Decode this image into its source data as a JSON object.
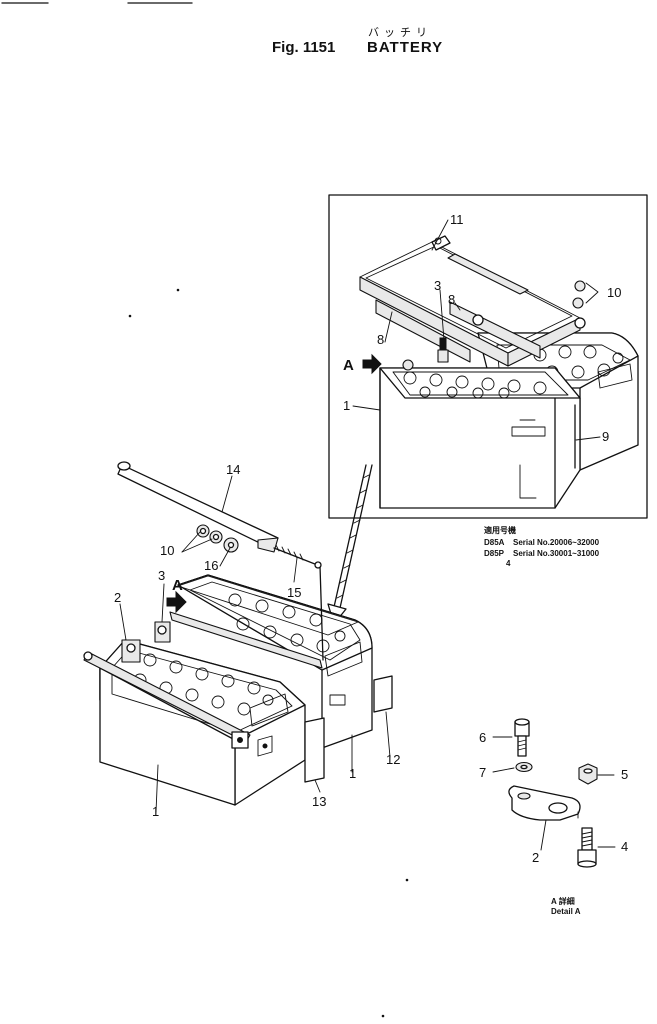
{
  "header": {
    "kana_title": "バッチリ",
    "fig_number": "Fig. 1151",
    "title": "BATTERY"
  },
  "callouts": {
    "c1a": "1",
    "c1b": "1",
    "c1c": "1",
    "c2a": "2",
    "c2b": "2",
    "c3a": "3",
    "c3b": "3",
    "c4": "4",
    "c5": "5",
    "c6": "6",
    "c7": "7",
    "c8a": "8",
    "c8b": "8",
    "c9": "9",
    "c10a": "10",
    "c10b": "10",
    "c11": "11",
    "c12": "12",
    "c13": "13",
    "c14": "14",
    "c15": "15",
    "c16": "16",
    "view_a_1": "A",
    "view_a_2": "A"
  },
  "serial_table": {
    "heading": "適用号機",
    "rows": [
      {
        "model": "D85A",
        "text": "Serial No.20006~32000"
      },
      {
        "model": "D85P",
        "text": "Serial No.30001~31000"
      }
    ],
    "extra": "4"
  },
  "detail_caption": {
    "jp": "A 詳細",
    "en": "Detail A"
  }
}
